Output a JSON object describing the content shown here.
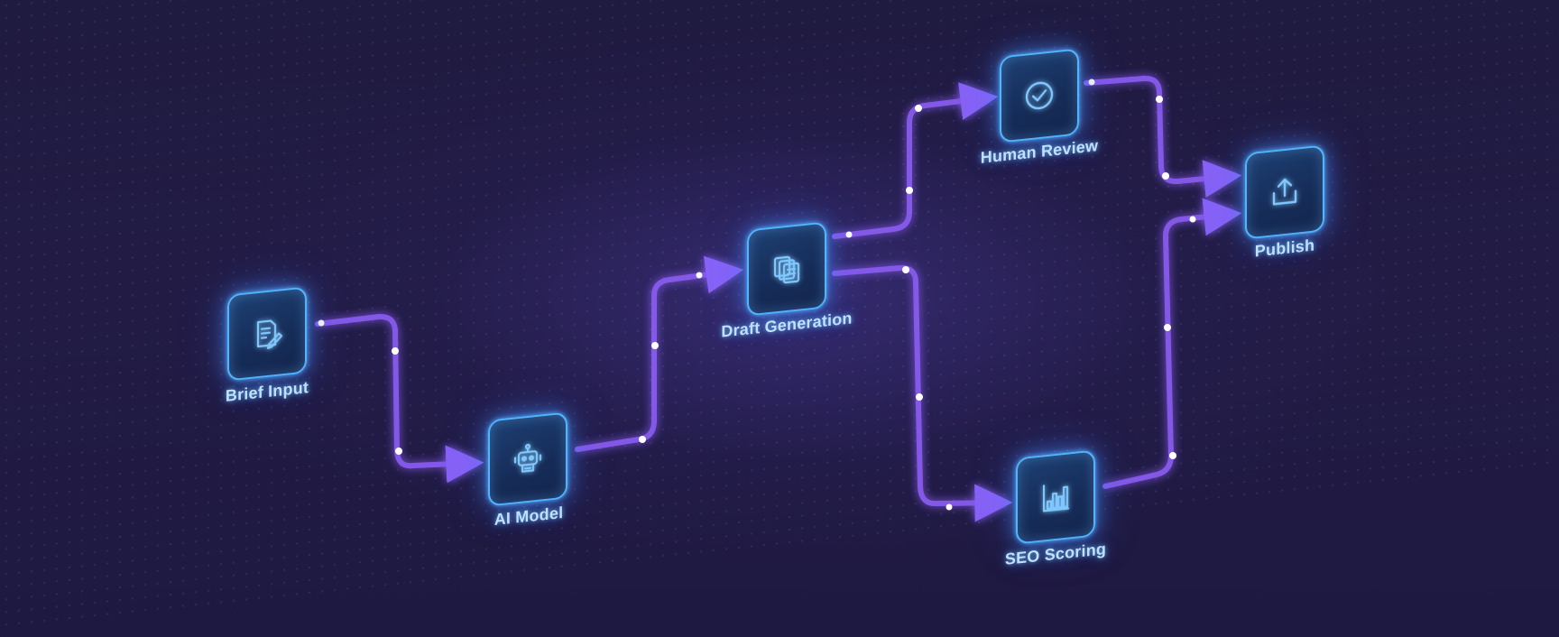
{
  "nodes": {
    "brief_input": {
      "label": "Brief Input",
      "icon": "document-pen-icon"
    },
    "ai_model": {
      "label": "AI Model",
      "icon": "robot-icon"
    },
    "draft_generation": {
      "label": "Draft Generation",
      "icon": "stacked-documents-icon"
    },
    "human_review": {
      "label": "Human Review",
      "icon": "check-circle-icon"
    },
    "seo_scoring": {
      "label": "SEO Scoring",
      "icon": "bar-chart-icon"
    },
    "publish": {
      "label": "Publish",
      "icon": "upload-icon"
    }
  },
  "edges": [
    {
      "from": "Brief Input",
      "to": "AI Model"
    },
    {
      "from": "AI Model",
      "to": "Draft Generation"
    },
    {
      "from": "Draft Generation",
      "to": "Human Review"
    },
    {
      "from": "Draft Generation",
      "to": "SEO Scoring"
    },
    {
      "from": "Human Review",
      "to": "Publish"
    },
    {
      "from": "SEO Scoring",
      "to": "Publish"
    }
  ],
  "colors": {
    "background": "#1f1a3f",
    "node_border": "#52b4ff",
    "node_fill": "#1a3566",
    "connector": "#8a5cf0",
    "label": "#bfe0ff"
  }
}
